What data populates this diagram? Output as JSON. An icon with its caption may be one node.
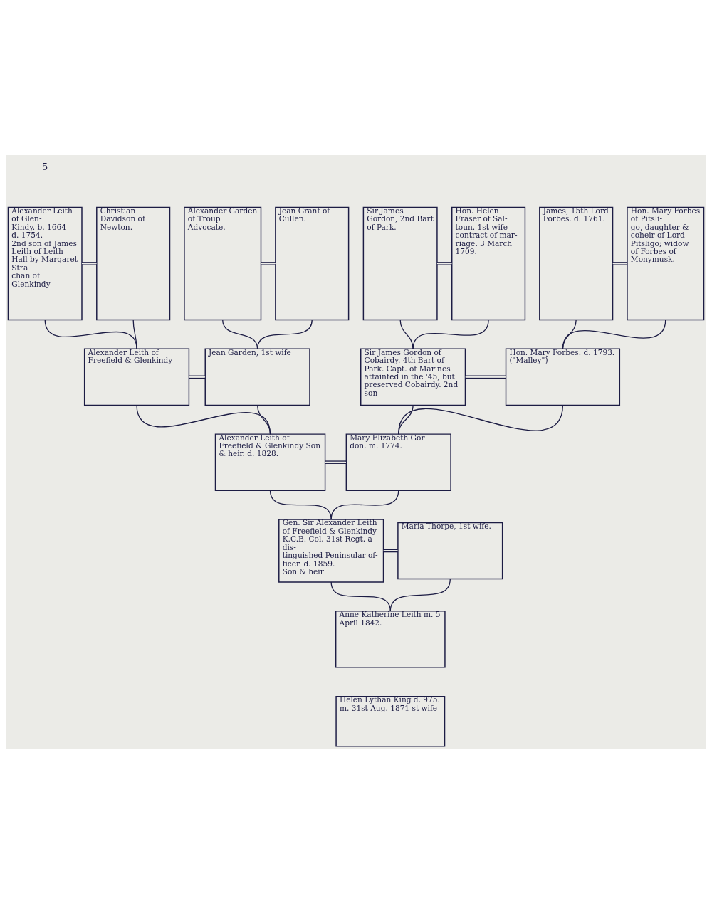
{
  "diagram": {
    "nodes": [
      {
        "text": [
          "Alexander Leith of Glen- Kindy. b. 1664 d. 1754.",
          "2nd son of James Leith of Leith Hall by Margaret Stra- chan of Glenkindy"
        ]
      },
      {
        "text": [
          "Christian Davidson of Newton."
        ]
      },
      {
        "text": [
          "Alexander Garden of Troup Advocate."
        ]
      },
      {
        "text": [
          "Jean Grant of Cullen."
        ]
      },
      {
        "text": [
          "Sir James Gordon, 2nd Bart of Park."
        ]
      },
      {
        "text": [
          "Hon. Helen Fraser of Sal- toun. 1st wife contract of mar- riage. 3 March 1709."
        ]
      },
      {
        "text": [
          "James, 15th Lord Forbes. d. 1761."
        ]
      },
      {
        "text": [
          "Hon. Mary Forbes of Pitsli- go, daughter & coheir of Lord Pitsligo; widow of Forbes of Monymusk."
        ]
      },
      {
        "text": [
          "Alexander Leith of Freefield & Glenkindy"
        ]
      },
      {
        "text": [
          "Jean Garden, 1st wife"
        ]
      },
      {
        "text": [
          "Sir James Gordon of Cobairdy. 4th Bart of Park. Capt. of Marines attainted in the '45, but preserved Cobairdy. 2nd son"
        ]
      },
      {
        "text": [
          "Hon. Mary Forbes. d. 1793. (\"Malley\")"
        ]
      },
      {
        "text": [
          "Alexander Leith of Freefield & Glenkindy Son & heir. d. 1828."
        ]
      },
      {
        "text": [
          "Mary Elizabeth Gor- don. m. 1774."
        ]
      },
      {
        "text": [
          "Gen. Sir Alexander Leith of Freefield & Glenkindy K.C.B. Col. 31st Regt. a dis- tinguished Peninsular of- ficer. d. 1859.",
          "Son & heir"
        ]
      },
      {
        "text": [
          "Maria Thorpe, 1st wife."
        ]
      },
      {
        "text": [
          "Anne Katherine Leith m. 5 April 1842."
        ]
      },
      {
        "text": [
          "Helen Lythan King d. 975. m. 31st Aug. 1871 st wife"
        ]
      }
    ],
    "edges": [
      {
        "from": 0,
        "to": 1,
        "arrow": "none"
      },
      {
        "from": 0,
        "to": 8,
        "arrow": "none"
      },
      {
        "from": 1,
        "to": 8,
        "arrow": "none"
      },
      {
        "from": 2,
        "to": 3,
        "arrow": "none"
      },
      {
        "from": 2,
        "to": 9,
        "arrow": "none"
      },
      {
        "from": 3,
        "to": 9,
        "arrow": "none"
      },
      {
        "from": 4,
        "to": 5,
        "arrow": "none"
      },
      {
        "from": 4,
        "to": 10,
        "arrow": "none"
      },
      {
        "from": 5,
        "to": 10,
        "arrow": "none"
      },
      {
        "from": 6,
        "to": 7,
        "arrow": "none"
      },
      {
        "from": 6,
        "to": 11,
        "arrow": "none"
      },
      {
        "from": 7,
        "to": 11,
        "arrow": "none"
      },
      {
        "from": 8,
        "to": 9,
        "arrow": "none"
      },
      {
        "from": 8,
        "to": 12,
        "arrow": "none"
      },
      {
        "from": 9,
        "to": 12,
        "arrow": "none"
      },
      {
        "from": 10,
        "to": 11,
        "arrow": "none"
      },
      {
        "from": 10,
        "to": 13,
        "arrow": "none"
      },
      {
        "from": 11,
        "to": 13,
        "arrow": "none"
      },
      {
        "from": 12,
        "to": 13,
        "arrow": "none"
      },
      {
        "from": 12,
        "to": 14,
        "arrow": "none"
      },
      {
        "from": 13,
        "to": 14,
        "arrow": "none"
      },
      {
        "from": 14,
        "to": 15,
        "arrow": "none"
      },
      {
        "from": 14,
        "to": 16,
        "arrow": "none"
      },
      {
        "from": 15,
        "to": 16,
        "arrow": "none"
      }
    ],
    "labels": [
      "5"
    ]
  }
}
